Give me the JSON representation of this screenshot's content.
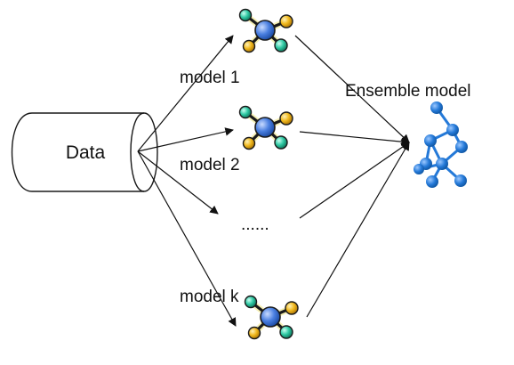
{
  "nodes": {
    "data": {
      "label": "Data"
    },
    "models": [
      {
        "label": "model 1",
        "icon": "molecule-icon"
      },
      {
        "label": "model 2",
        "icon": "molecule-icon"
      },
      {
        "label": "......",
        "icon": ""
      },
      {
        "label": "model k",
        "icon": "molecule-icon"
      }
    ],
    "ensemble": {
      "label": "Ensemble model",
      "icon": "network-molecule-icon"
    }
  },
  "colors": {
    "line": "#111111",
    "atom_blue": "#3d7ad9",
    "atom_yellow": "#e9b21b",
    "atom_teal": "#2ec7a0",
    "bond": "#1a1a1a",
    "ensemble_blue": "#2479d8"
  }
}
